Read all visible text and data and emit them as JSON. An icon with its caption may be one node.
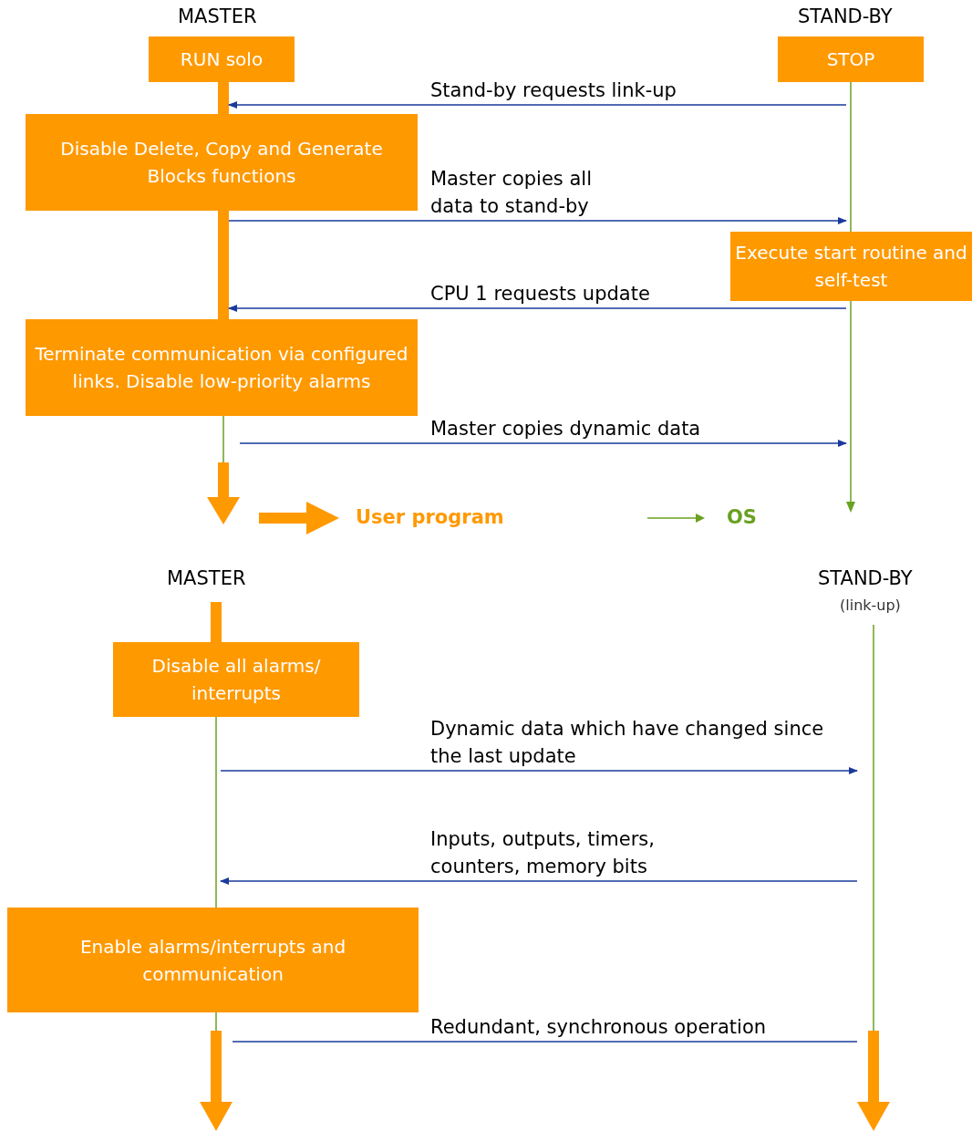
{
  "diagram": {
    "nodes": [
      {
        "text": [
          "RUN solo"
        ]
      },
      {
        "text": [
          "STOP"
        ]
      },
      {
        "text": [
          "Disable Delete, Copy and Generate Blocks functions"
        ]
      },
      {
        "text": [
          "Execute start routine and self-test"
        ]
      },
      {
        "text": [
          "Terminate communication via configured links. Disable low-priority alarms"
        ]
      },
      {
        "text": [
          "Disable all alarms/ interrupts"
        ]
      },
      {
        "text": [
          "Enable alarms/interrupts and communication"
        ]
      },
      {
        "text": [],
        "shape": "bar"
      },
      {
        "text": [],
        "shape": "bar"
      },
      {
        "text": [],
        "shape": "bar"
      },
      {
        "text": [],
        "shape": "bar"
      },
      {
        "text": [],
        "shape": "bar"
      },
      {
        "text": [],
        "shape": "bar"
      },
      {
        "text": [],
        "shape": "bar"
      },
      {
        "text": [],
        "shape": "bar"
      },
      {
        "text": [],
        "shape": "bar"
      }
    ],
    "edges": [
      {
        "from": 10,
        "to": 7,
        "arrow": "to",
        "label": "Stand-by requests link-up"
      },
      {
        "from": 8,
        "to": 10,
        "arrow": "to",
        "label": "Master copies all data to stand-by"
      },
      {
        "from": 11,
        "to": 8,
        "arrow": "to",
        "label": "CPU 1 requests update"
      },
      {
        "from": 9,
        "to": 11,
        "arrow": "to",
        "label": "Master copies dynamic data"
      },
      {
        "from": 13,
        "to": 15,
        "arrow": "to",
        "label": "Dynamic data which have changed since the last update"
      },
      {
        "from": 15,
        "to": 13,
        "arrow": "to",
        "label": "Inputs, outputs, timers, counters, memory bits"
      },
      {
        "from": 14,
        "to": 15,
        "arrow": "none",
        "label": "Redundant, synchronous operation"
      }
    ],
    "labels": [
      "MASTER",
      "STAND-BY",
      "MASTER",
      "STAND-BY",
      "(link-up)"
    ],
    "legend": [
      {
        "text": "User program"
      },
      {
        "text": "OS"
      }
    ]
  }
}
